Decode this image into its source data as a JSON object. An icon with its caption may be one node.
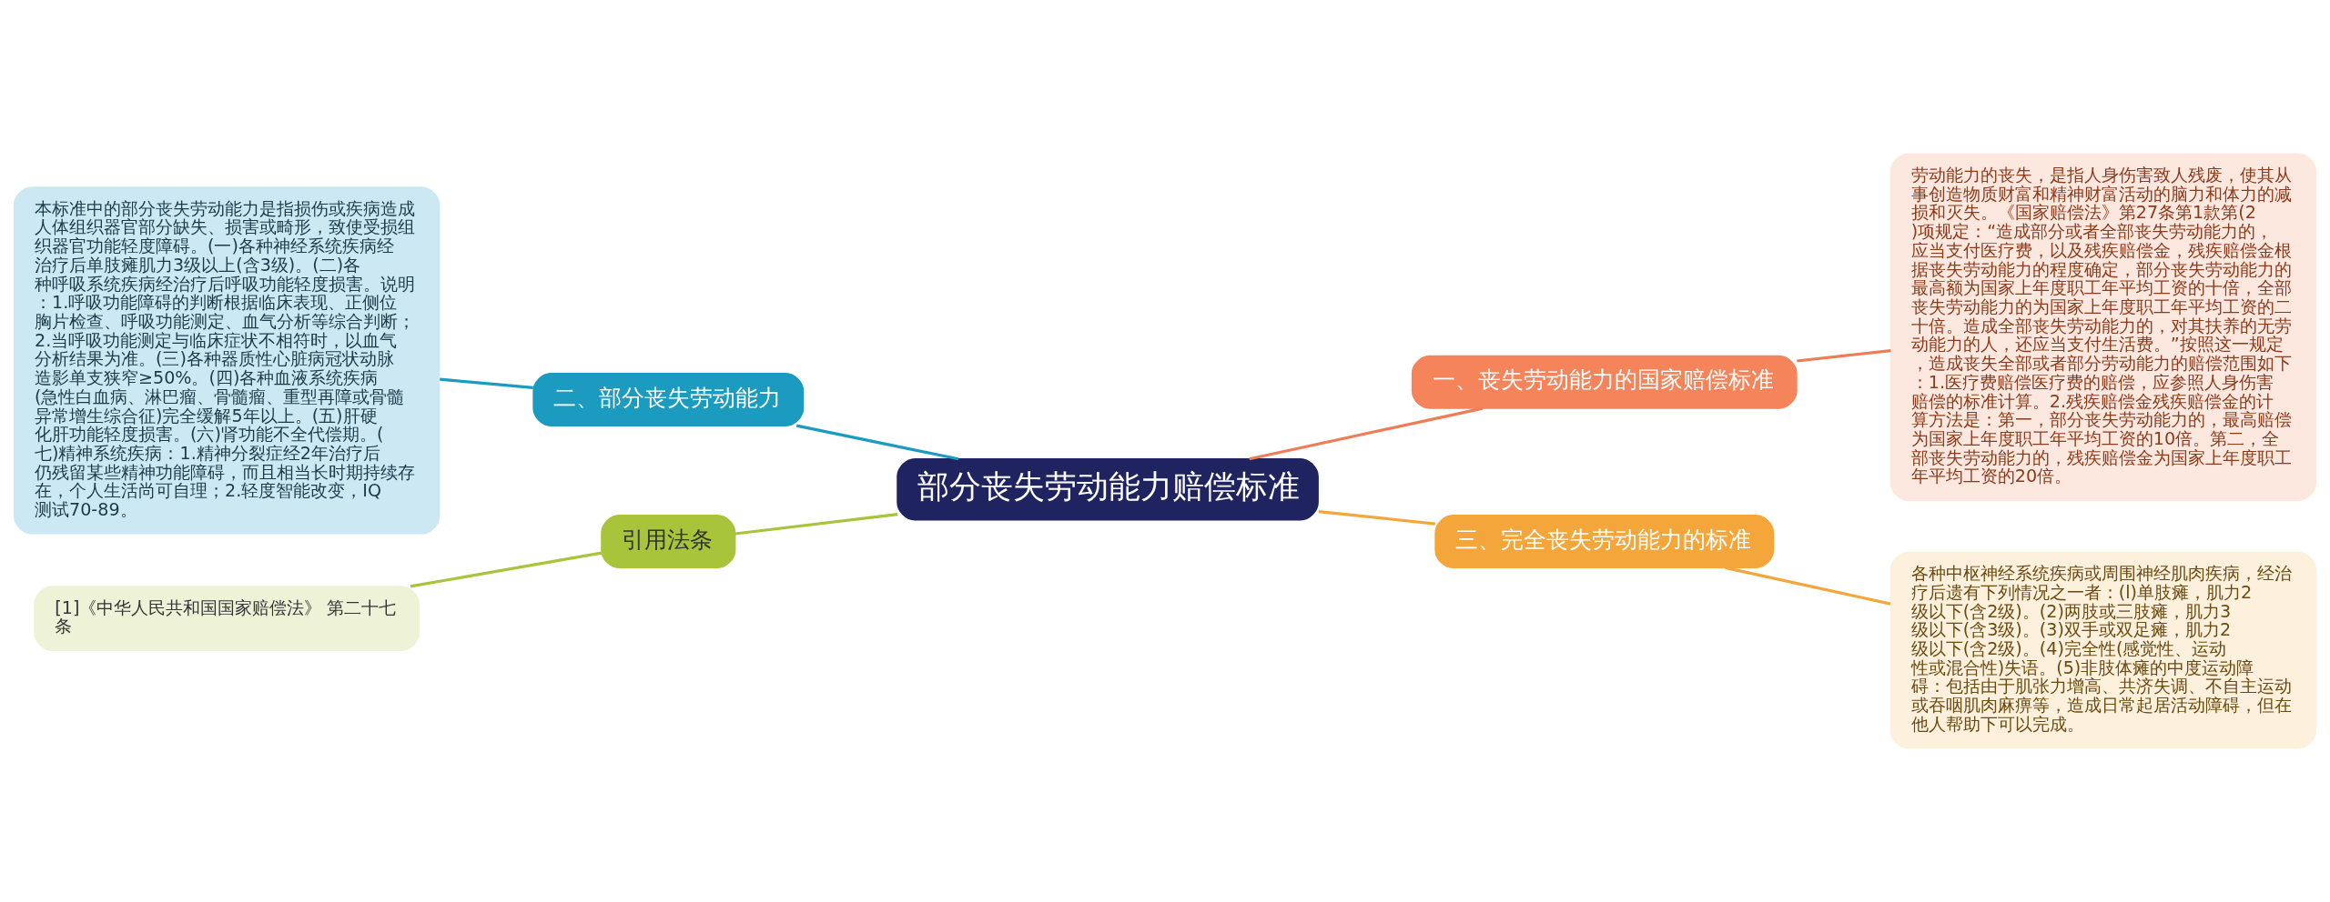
{
  "diagram": {
    "nodes": [
      {
        "text": [
          "部分丧失劳动能力赔偿标准"
        ]
      },
      {
        "text": [
          "一、丧失劳动能力的国家赔偿标准"
        ]
      },
      {
        "text": [
          "劳动能力的丧失，是指人身伤害致人残废，使其从事创造物质财富和精神财富活动的脑力和体力的减损和灭失。《国家赔偿法》第27条第1款第(2)项规定：“造成部分或者全部丧失劳动能力的，应当支付医疗费，以及残疾赔偿金，残疾赔偿金根据丧失劳动能力的程度确定，部分丧失劳动能力的最高额为国家上年度职工年平均工资的十倍，全部丧失劳动能力的为国家上年度职工年平均工资的二十倍。造成全部丧失劳动能力的，对其扶养的无劳动能力的人，还应当支付生活费。”按照这一规定，造成丧失全部或者部分劳动能力的赔偿范围如下：1.医疗费赔偿医疗费的赔偿，应参照人身伤害赔偿的标准计算。2.残疾赔偿金残疾赔偿金的计算方法是：第一，部分丧失劳动能力的，最高赔偿为国家上年度职工年平均工资的10倍。第二，全部丧失劳动能力的，残疾赔偿金为国家上年度职工年平均工资的20倍。"
        ]
      },
      {
        "text": [
          "二、部分丧失劳动能力"
        ]
      },
      {
        "text": [
          "本标准中的部分丧失劳动能力是指损伤或疾病造成人体组织器官部分缺失、损害或畸形，致使受损组织器官功能轻度障碍。(一)各种神经系统疾病经治疗后单肢瘫肌力3级以上(含3级)。(二)各种呼吸系统疾病经治疗后呼吸功能轻度损害。说明：1.呼吸功能障碍的判断根据临床表现、正侧位胸片检查、呼吸功能测定、血气分析等综合判断；2.当呼吸功能测定与临床症状不相符时，以血气分析结果为准。(三)各种器质性心脏病冠状动脉造影单支狭窄≥50%。(四)各种血液系统疾病(急性白血病、淋巴瘤、骨髓瘤、重型再障或骨髓异常增生综合征)完全缓解5年以上。(五)肝硬化肝功能轻度损害。(六)肾功能不全代偿期。(七)精神系统疾病：1.精神分裂症经2年治疗后仍残留某些精神功能障碍，而且相当长时期持续存在，个人生活尚可自理；2.轻度智能改变，IQ测试70-89。"
        ]
      },
      {
        "text": [
          "三、完全丧失劳动能力的标准"
        ]
      },
      {
        "text": [
          "各种中枢神经系统疾病或周围神经肌肉疾病，经治疗后遗有下列情况之一者：(l)单肢瘫，肌力2级以下(含2级)。(2)两肢或三肢瘫，肌力3级以下(含3级)。(3)双手或双足瘫，肌力2级以下(含2级)。(4)完全性(感觉性、运动性或混合性)失语。(5)非肢体瘫的中度运动障碍：包括由于肌张力增高、共济失调、不自主运动或吞咽肌肉麻痹等，造成日常起居活动障碍，但在他人帮助下可以完成。"
        ]
      },
      {
        "text": [
          "引用法条"
        ]
      },
      {
        "text": [
          "[1]《中华人民共和国国家赔偿法》 第二十七条"
        ]
      }
    ],
    "edges": [
      {
        "from": 0,
        "to": 1,
        "arrow": "none",
        "color": "#f07c55"
      },
      {
        "from": 1,
        "to": 2,
        "arrow": "none",
        "color": "#f07c55"
      },
      {
        "from": 0,
        "to": 3,
        "arrow": "none",
        "color": "#1a9bbf"
      },
      {
        "from": 3,
        "to": 4,
        "arrow": "none",
        "color": "#1a9bbf"
      },
      {
        "from": 0,
        "to": 5,
        "arrow": "none",
        "color": "#f4a63b"
      },
      {
        "from": 5,
        "to": 6,
        "arrow": "none",
        "color": "#f4a63b"
      },
      {
        "from": 0,
        "to": 7,
        "arrow": "none",
        "color": "#a8c43a"
      },
      {
        "from": 7,
        "to": 8,
        "arrow": "none",
        "color": "#a8c43a"
      }
    ]
  }
}
